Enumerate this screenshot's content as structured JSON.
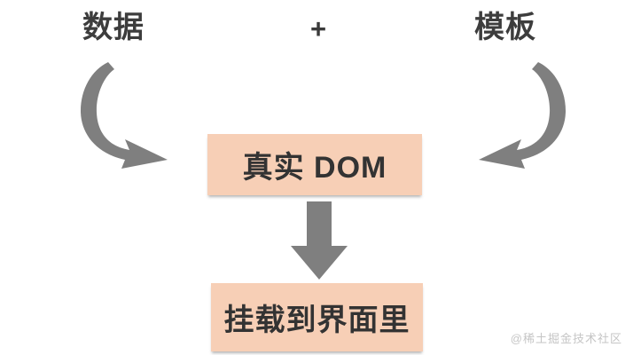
{
  "diagram": {
    "top": {
      "left_label": "数据",
      "operator": "+",
      "right_label": "模板"
    },
    "nodes": {
      "real_dom": "真实 DOM",
      "mount": "挂载到界面里"
    },
    "arrows": [
      {
        "name": "curved-arrow-left",
        "from": "数据",
        "to": "真实 DOM"
      },
      {
        "name": "curved-arrow-right",
        "from": "模板",
        "to": "真实 DOM"
      },
      {
        "name": "down-arrow",
        "from": "真实 DOM",
        "to": "挂载到界面里"
      }
    ],
    "colors": {
      "node_bg": "#f7cfb6",
      "arrow": "#7f7f7f",
      "node_text": "#333333",
      "label_text": "#3d3d3d",
      "watermark_text": "#c5c5c5",
      "background": "#ffffff"
    }
  },
  "watermark": {
    "text": "@稀土掘金技术社区"
  }
}
